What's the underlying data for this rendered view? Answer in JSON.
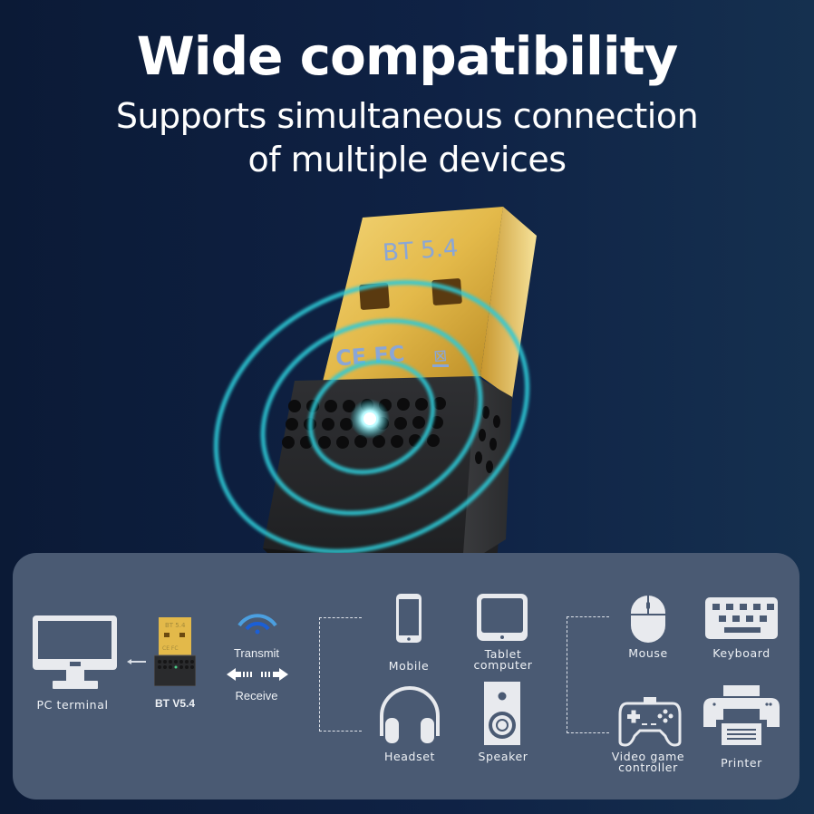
{
  "header": {
    "title": "Wide compatibility",
    "subtitle_line1": "Supports simultaneous connection",
    "subtitle_line2": "of multiple devices"
  },
  "hero": {
    "product": "USB Bluetooth adapter",
    "plug_label": "BT 5.4",
    "certifications": [
      "CE",
      "FC",
      "WEEE"
    ],
    "signal_color": "#2ec9d6",
    "plug_color": "#e6c15a",
    "body_color": "#262729"
  },
  "diagram": {
    "host": {
      "label": "PC terminal",
      "icon": "monitor-icon"
    },
    "adapter": {
      "label": "BT V5.4",
      "plug_label": "BT 5.4",
      "icon": "bluetooth-dongle-icon"
    },
    "link": {
      "transmit": "Transmit",
      "receive": "Receive",
      "icon": "wifi-signal-icon"
    },
    "group1": [
      {
        "label": "Mobile",
        "icon": "mobile-phone-icon"
      },
      {
        "label": "Tablet computer",
        "label_line1": "Tablet",
        "label_line2": "computer",
        "icon": "tablet-icon"
      },
      {
        "label": "Headset",
        "icon": "headphones-icon"
      },
      {
        "label": "Speaker",
        "icon": "speaker-icon"
      }
    ],
    "group2": [
      {
        "label": "Mouse",
        "icon": "mouse-icon"
      },
      {
        "label": "Keyboard",
        "icon": "keyboard-icon"
      },
      {
        "label": "Video game controller",
        "label_line1": "Video game",
        "label_line2": "controller",
        "icon": "gamepad-icon"
      },
      {
        "label": "Printer",
        "icon": "printer-icon"
      }
    ]
  },
  "colors": {
    "background": "#0f2245",
    "panel": "#4a5a73",
    "icon_fill": "#e8eaee",
    "text": "#ffffff",
    "wifi_outer": "#4b9fe0",
    "wifi_inner": "#1b5fd6"
  }
}
